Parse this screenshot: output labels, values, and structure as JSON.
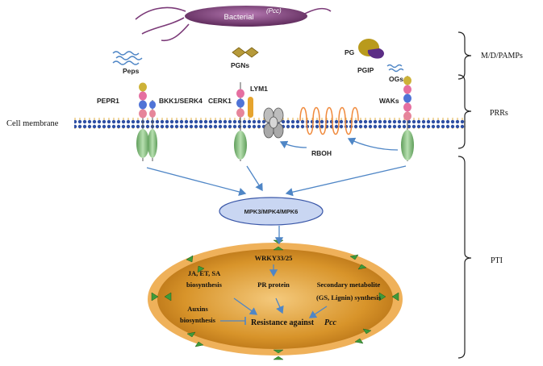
{
  "bacterium": {
    "label": "Bacterial",
    "label_italic": "(Pcc)"
  },
  "molecules": {
    "peps": "Peps",
    "pgns": "PGNs",
    "pg": "PG",
    "pgip": "PGIP",
    "ogs": "OGs"
  },
  "receptors": {
    "pepr1": "PEPR1",
    "bkk1": "BKK1/SERK4",
    "cerk1": "CERK1",
    "lym1": "LYM1",
    "waks": "WAKs"
  },
  "membrane_label": "Cell membrane",
  "rboh": "RBOH",
  "mpk": "MPK3/MPK4/MPK6",
  "nucleus": {
    "wrky": "WRKY33/25",
    "ja_line1": "JA, ET, SA",
    "ja_line2": "biosynthesis",
    "pr": "PR protein",
    "sec_line1": "Secondary metabolite",
    "sec_line2": "(GS, Lignin) synthesis",
    "aux_line1": "Auxins",
    "aux_line2": "biosynthesis",
    "resistance": "Resistance against",
    "resistance_italic": "Pcc"
  },
  "brackets": {
    "top": "M/D/PAMPs",
    "middle": "PRRs",
    "bottom": "PTI"
  },
  "colors": {
    "bacterium": "#7b3a78",
    "membrane": "#2e4fa3",
    "arrow": "#4f86c6",
    "nucleus_fill": "#d99d2c",
    "nucleus_rim": "#e9a24a",
    "mpk_fill": "#c9d6f2",
    "resistance": "#e0201b",
    "receptor_green": "#8fc48a",
    "rboh": "#f08a3c"
  }
}
